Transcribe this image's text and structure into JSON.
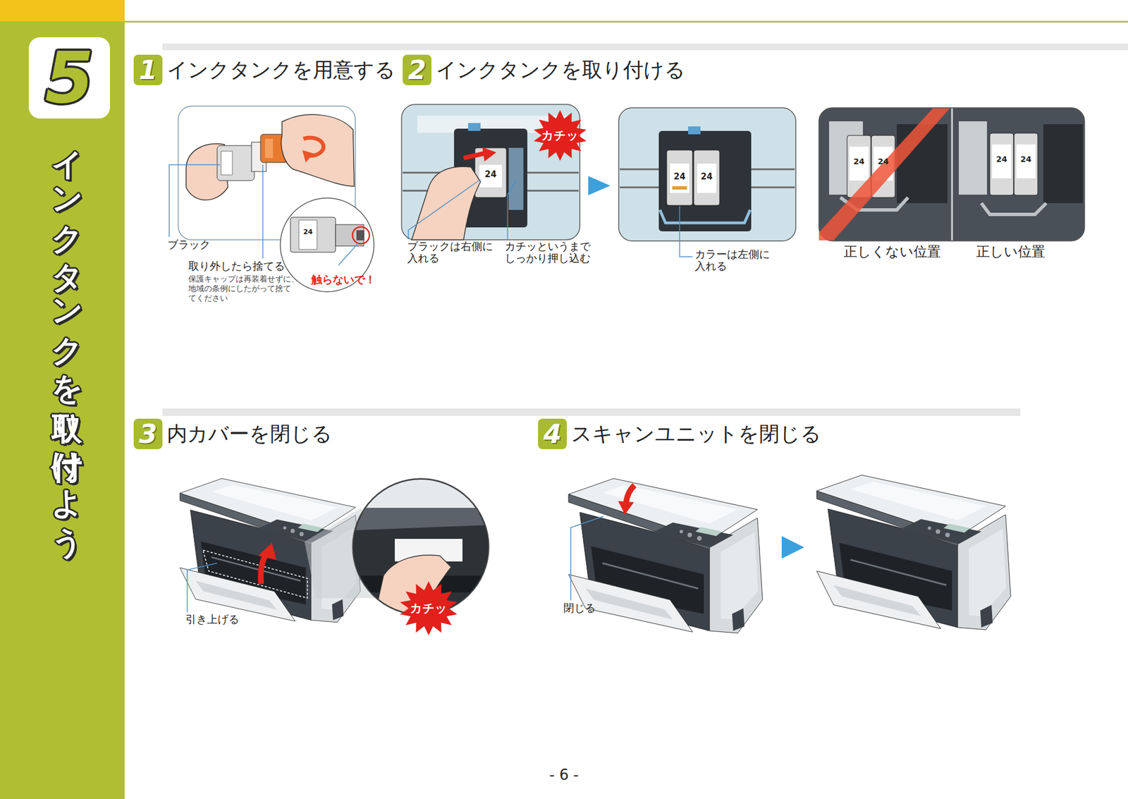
{
  "diagram": {
    "title": "インクタンクを取り付けよう",
    "nodes": [
      {
        "text": [
          "5"
        ]
      },
      {
        "text": [
          "1",
          "インクタンクを用意する"
        ]
      },
      {
        "text": [
          "2",
          "インクタンクを取り付ける"
        ]
      },
      {
        "text": [
          "カチッ"
        ]
      },
      {
        "text": [
          "3",
          "内カバーを閉じる"
        ]
      },
      {
        "text": [
          "カチッ"
        ]
      },
      {
        "text": [
          "4",
          "スキャンユニットを閉じる"
        ]
      }
    ],
    "labels": [
      "ブラック",
      "24",
      "取り外したら捨てる",
      "保護キャップは再装着せずに、 地域の条例にしたがって捨て てください",
      "触らないで！",
      "24",
      "ブラックは右側に 入れる",
      "カチッというまで しっかり押し込む",
      "24",
      "24",
      "カラーは左側に 入れる",
      "24",
      "24",
      "24",
      "24",
      "正しくない位置",
      "正しい位置",
      "引き上げる",
      "閉じる",
      "- 6 -"
    ]
  }
}
